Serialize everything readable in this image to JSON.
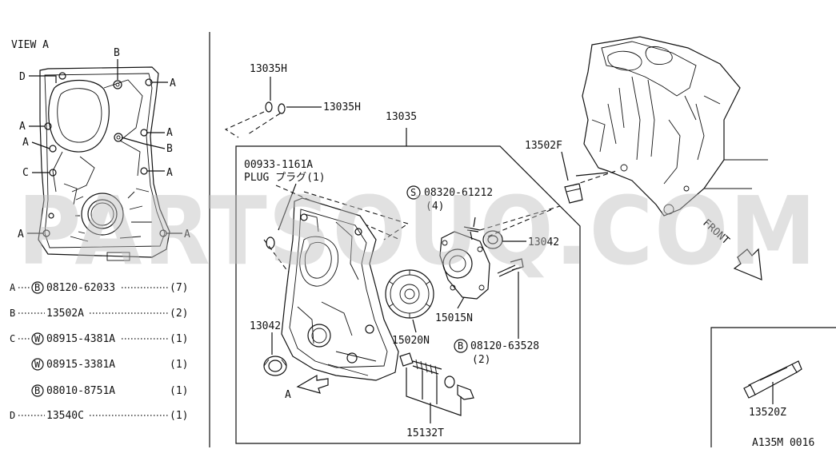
{
  "view_title": "VIEW A",
  "view_letters": {
    "a": "A",
    "b": "B",
    "c": "C",
    "d": "D"
  },
  "callouts": {
    "p13035h_top": "13035H",
    "p13035h_mid": "13035H",
    "p13035": "13035",
    "p00933": "00933-1161A",
    "plug": "PLUG プラグ(1)",
    "p08320_circle": "S",
    "p08320": "08320-61212",
    "p08320_qty": "(4)",
    "p13042_right": "13042",
    "p13042_left": "13042",
    "p13502f": "13502F",
    "p15015n": "15015N",
    "p15020n": "15020N",
    "p08120_circle": "B",
    "p08120": "08120-63528",
    "p08120_qty": "(2)",
    "p15132t": "15132T",
    "p13520z": "13520Z",
    "front": "FRONT",
    "arrow_a": "A",
    "diagram_code": "A135M 0016"
  },
  "legend": [
    {
      "key": "A",
      "circle": "B",
      "part": "08120-62033",
      "qty": "(7)"
    },
    {
      "key": "B",
      "circle": "",
      "part": "13502A",
      "qty": "(2)"
    },
    {
      "key": "C",
      "circle": "W",
      "part": "08915-4381A",
      "qty": "(1)"
    },
    {
      "key": "",
      "circle": "W",
      "part": "08915-3381A",
      "qty": "(1)"
    },
    {
      "key": "",
      "circle": "B",
      "part": "08010-8751A",
      "qty": "(1)"
    },
    {
      "key": "D",
      "circle": "",
      "part": "13540C",
      "qty": "(1)"
    }
  ],
  "watermark": "PARTSOUQ.COM"
}
